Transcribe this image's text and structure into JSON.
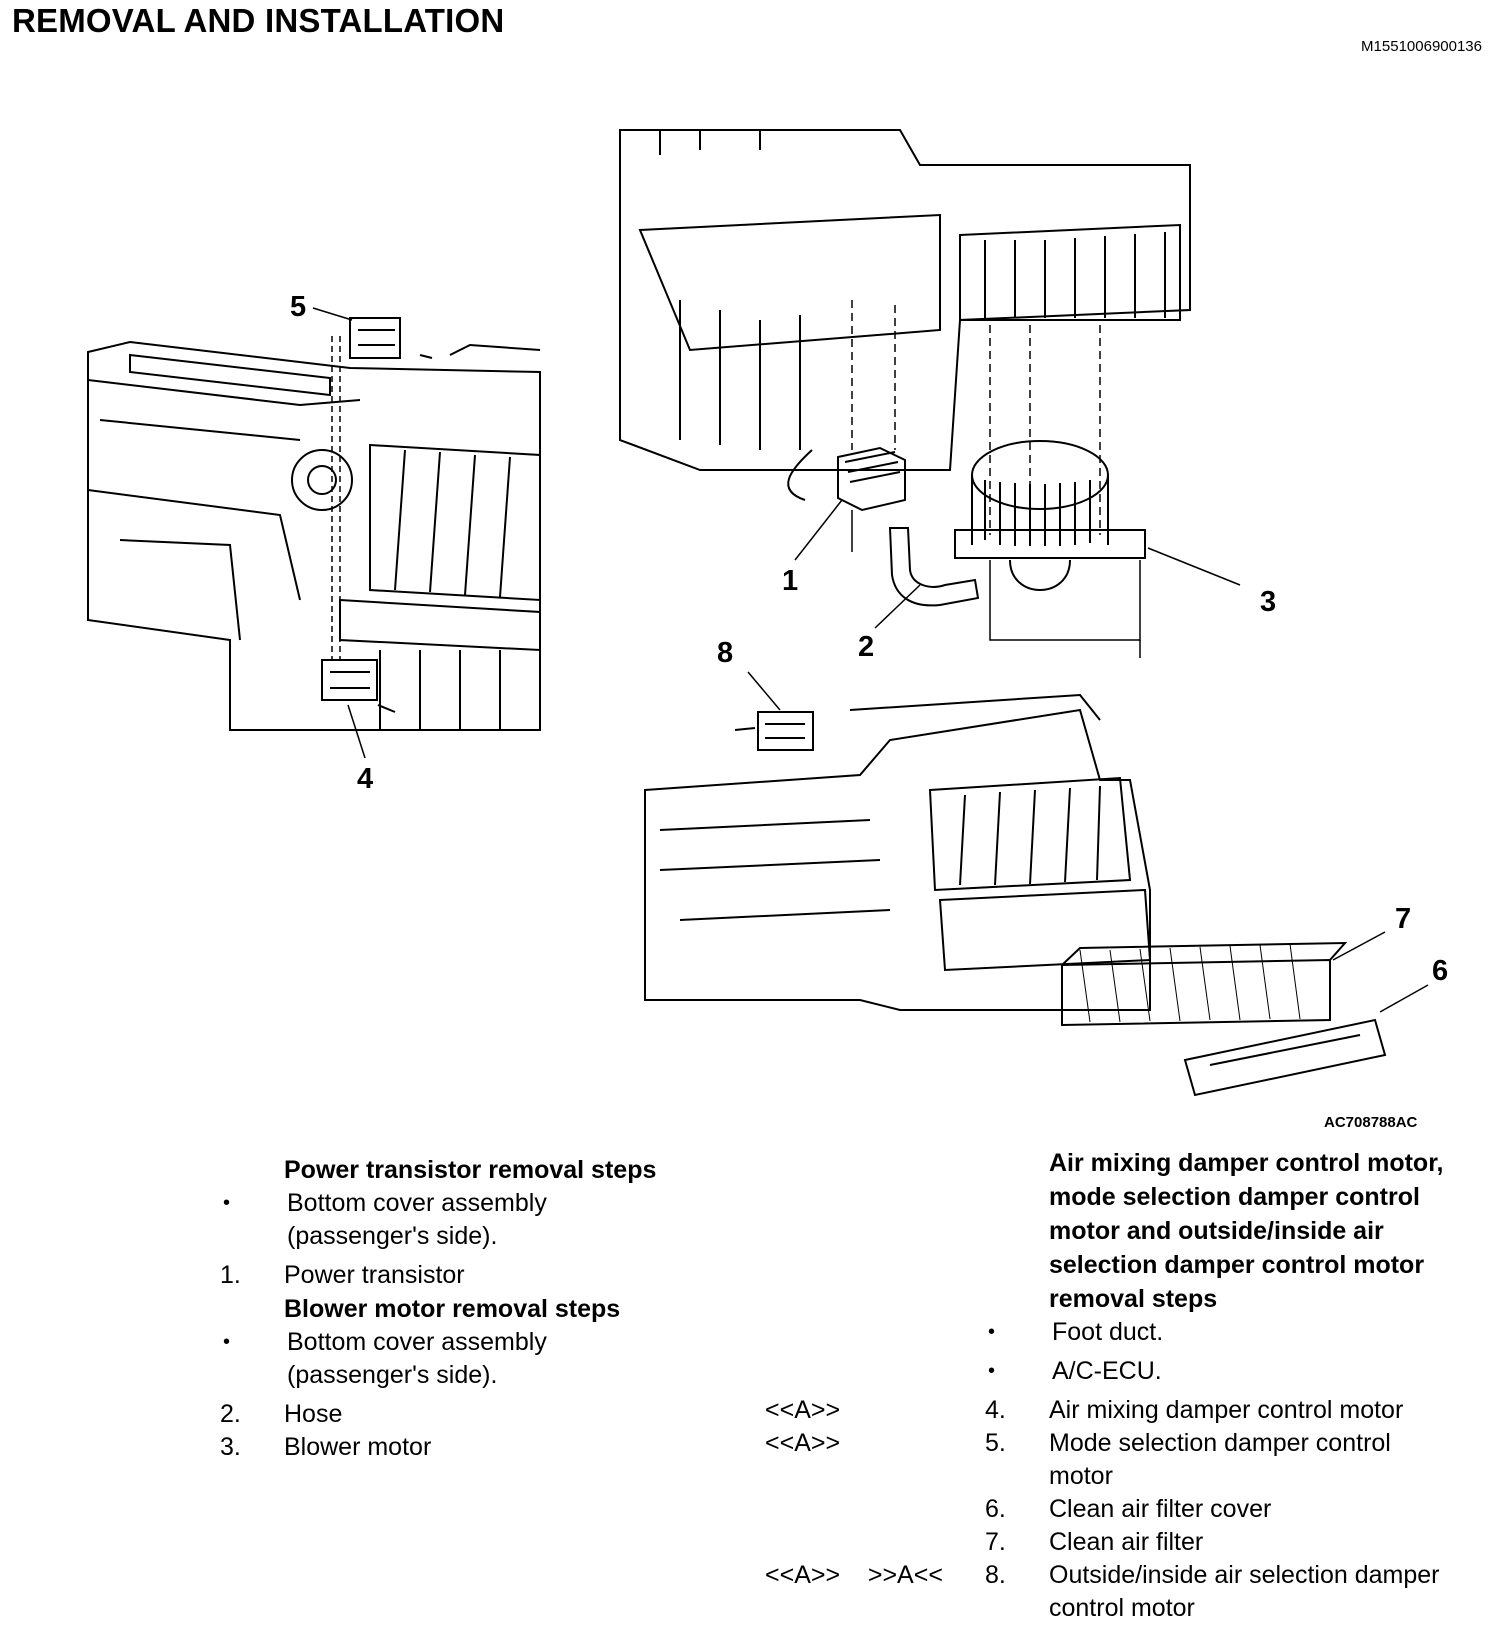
{
  "header": {
    "title": "REMOVAL AND INSTALLATION",
    "doc_code": "M1551006900136"
  },
  "figure": {
    "code": "AC708788AC",
    "callouts": [
      "1",
      "2",
      "3",
      "4",
      "5",
      "6",
      "7",
      "8"
    ]
  },
  "left_column": {
    "heading1": "Power transistor removal steps",
    "items1": [
      {
        "mark": "•",
        "text_line1": "Bottom cover assembly",
        "text_line2": "(passenger's side)."
      },
      {
        "mark": "1.",
        "text_line1": "Power transistor"
      }
    ],
    "heading2": "Blower motor removal steps",
    "items2": [
      {
        "mark": "•",
        "text_line1": "Bottom cover assembly",
        "text_line2": "(passenger's side)."
      },
      {
        "mark": "2.",
        "text_line1": "Hose"
      },
      {
        "mark": "3.",
        "text_line1": "Blower motor"
      }
    ]
  },
  "right_column": {
    "heading_lines": [
      "Air mixing damper control motor,",
      "mode selection damper control",
      "motor and outside/inside air",
      "selection damper control motor",
      "removal steps"
    ],
    "items": [
      {
        "ref": "",
        "mark": "•",
        "text_line1": "Foot duct."
      },
      {
        "ref": "",
        "mark": "•",
        "text_line1": "A/C-ECU."
      },
      {
        "ref": "<<A>>",
        "mark": "4.",
        "text_line1": "Air mixing damper control motor"
      },
      {
        "ref": "<<A>>",
        "mark": "5.",
        "text_line1": "Mode selection damper control",
        "text_line2": "motor"
      },
      {
        "ref": "",
        "mark": "6.",
        "text_line1": "Clean air filter cover"
      },
      {
        "ref": "",
        "mark": "7.",
        "text_line1": "Clean air filter"
      },
      {
        "ref": "<<A>>    >>A<<",
        "mark": "8.",
        "text_line1": "Outside/inside air selection damper",
        "text_line2": "control motor"
      }
    ]
  }
}
